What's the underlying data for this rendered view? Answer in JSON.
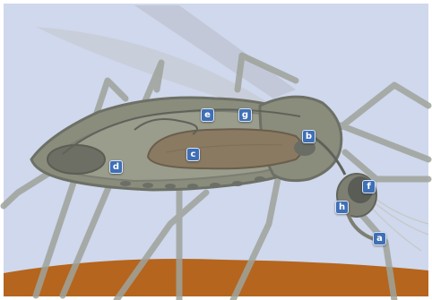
{
  "colors": {
    "sky": "#cfd8ec",
    "skin": "#b5651d",
    "body_outline": "#6d7065",
    "body_fill": "#8a8c7c",
    "gut": "#8a7a62",
    "label_fill": "#3f6fb5",
    "label_text": "#ffffff"
  },
  "labels": {
    "a": "a",
    "b": "b",
    "c": "c",
    "d": "d",
    "e": "e",
    "f": "f",
    "g": "g",
    "h": "h"
  }
}
